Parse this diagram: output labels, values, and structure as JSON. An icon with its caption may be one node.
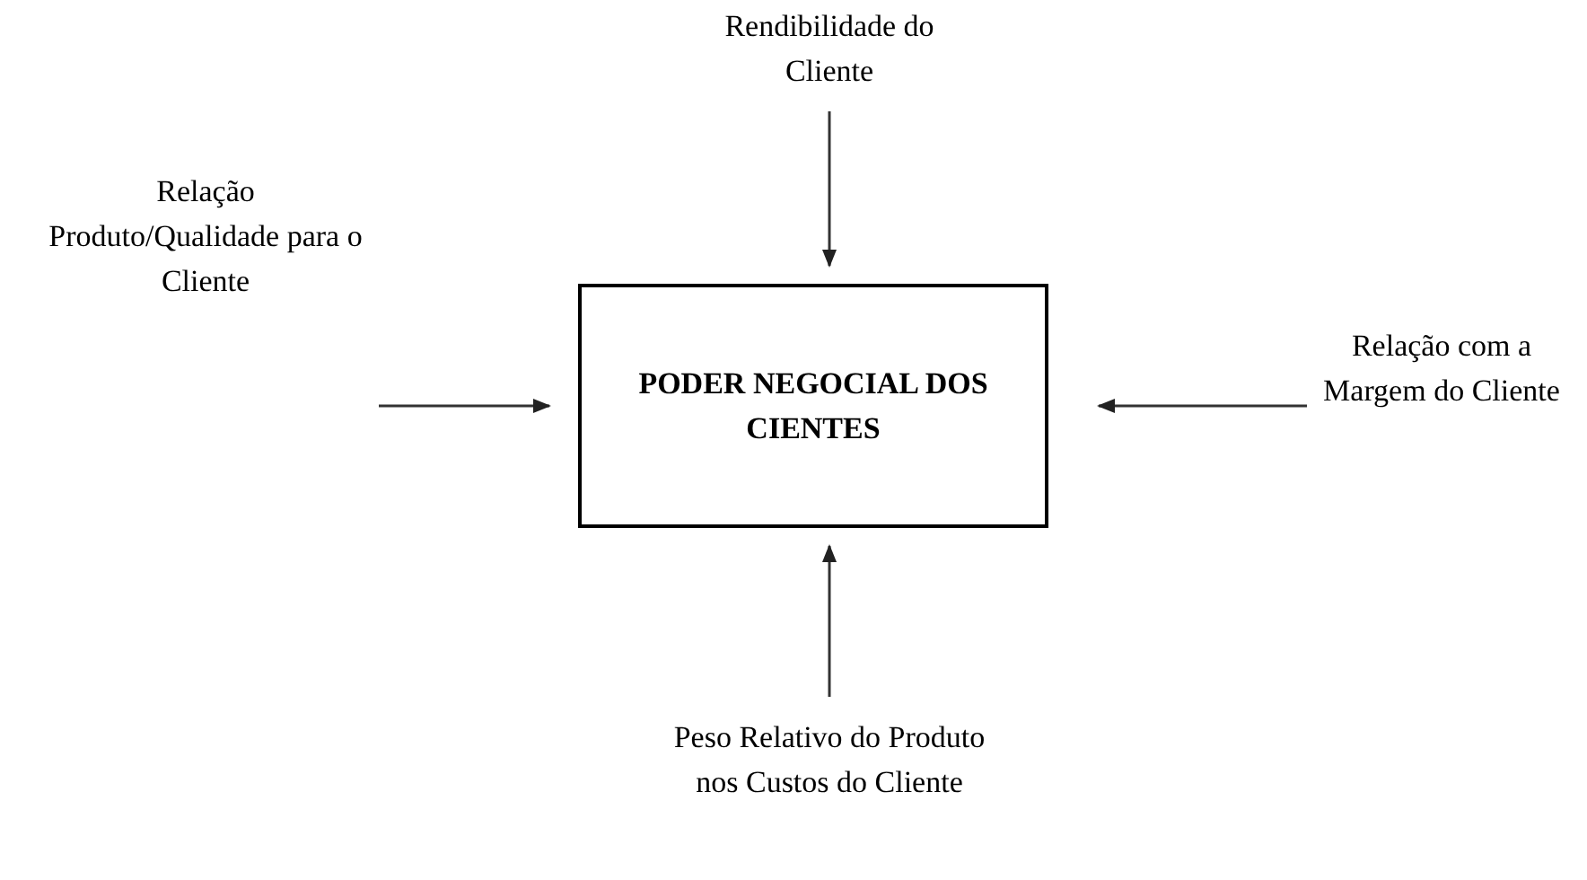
{
  "diagram": {
    "nodes": [
      {
        "text": [
          "PODER NEGOCIAL DOS CIENTES"
        ]
      },
      {
        "text": [
          "Rendibilidade do Cliente"
        ]
      },
      {
        "text": [
          "Relação Produto/Qualidade para o Cliente"
        ]
      },
      {
        "text": [
          "Relação com a Margem do Cliente"
        ]
      },
      {
        "text": [
          "Peso Relativo do Produto nos Custos do Cliente"
        ]
      }
    ],
    "edges": [
      {
        "from": 1,
        "to": 0,
        "arrow": "to"
      },
      {
        "from": 2,
        "to": 0,
        "arrow": "to"
      },
      {
        "from": 3,
        "to": 0,
        "arrow": "to"
      },
      {
        "from": 4,
        "to": 0,
        "arrow": "to"
      }
    ]
  }
}
